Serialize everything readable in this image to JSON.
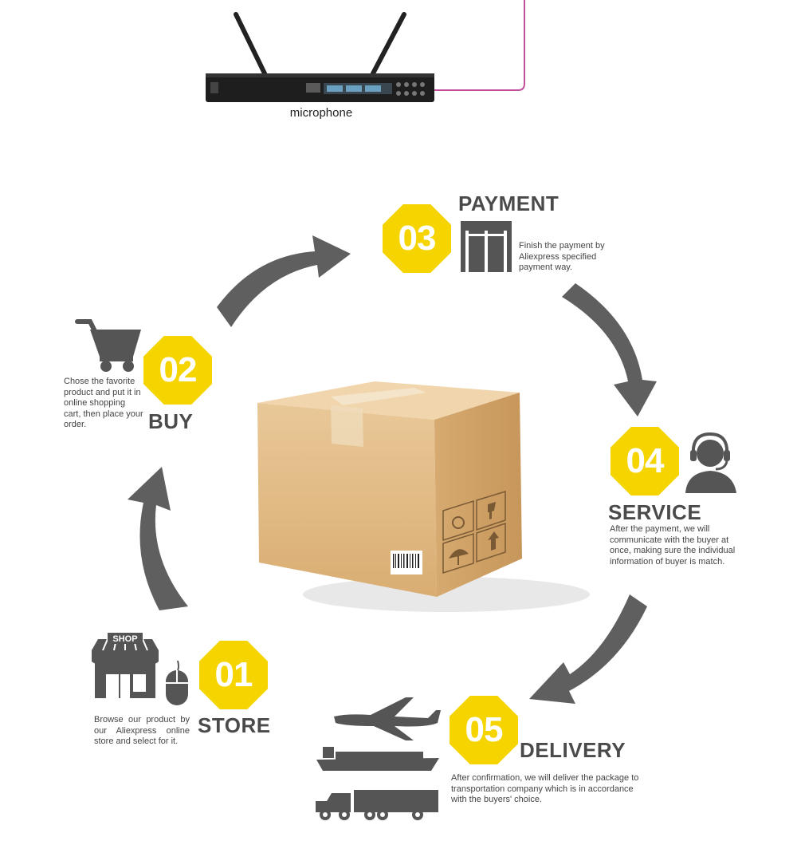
{
  "header": {
    "device_label": "microphone"
  },
  "colors": {
    "accent_yellow": "#f5d400",
    "arrow_gray": "#5f5f5f",
    "icon_gray": "#555555",
    "cable_pink": "#c24f9c"
  },
  "steps": [
    {
      "number": "01",
      "title": "STORE",
      "icon_text": "SHOP",
      "description": "Browse our product by our Aliexpress online store and select for it."
    },
    {
      "number": "02",
      "title": "BUY",
      "description": "Chose the favorite product and put it in online shopping cart, then place your order."
    },
    {
      "number": "03",
      "title": "PAYMENT",
      "description": "Finish the payment by Aliexpress specified payment way."
    },
    {
      "number": "04",
      "title": "SERVICE",
      "description": "After the payment, we will communicate with the buyer at once, making sure the individual information of buyer is match."
    },
    {
      "number": "05",
      "title": "DELIVERY",
      "description": "After confirmation, we will deliver the package to transportation company which is in accordance with the buyers' choice."
    }
  ]
}
